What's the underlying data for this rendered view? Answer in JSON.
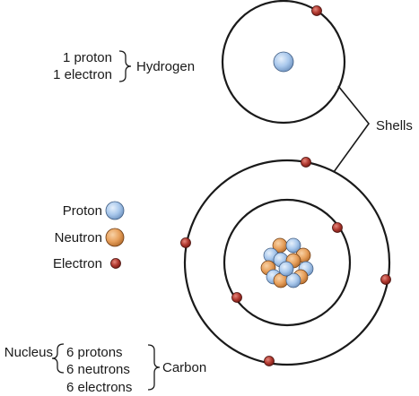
{
  "hydrogen": {
    "lines": [
      "1 proton",
      "1 electron"
    ],
    "name": "Hydrogen"
  },
  "shells_label": "Shells",
  "legend": {
    "proton": "Proton",
    "neutron": "Neutron",
    "electron": "Electron"
  },
  "carbon": {
    "nucleus_label": "Nucleus",
    "lines": [
      "6 protons",
      "6 neutrons",
      "6 electrons"
    ],
    "name": "Carbon"
  },
  "colors": {
    "proton": "#a9c8ec",
    "neutron": "#e7a05c",
    "electron": "#b0382f",
    "line": "#1a1a1a"
  }
}
